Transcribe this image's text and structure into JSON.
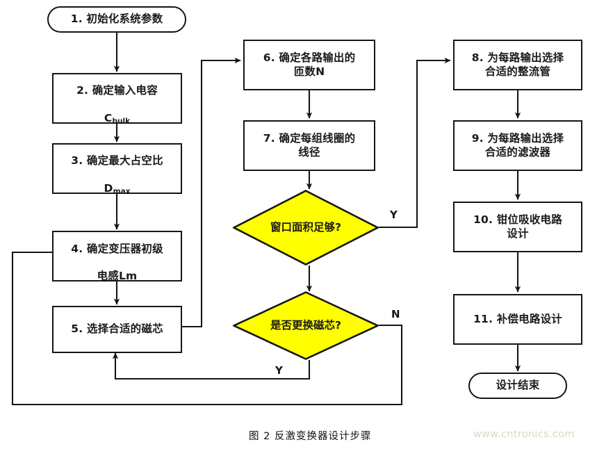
{
  "figure": {
    "caption": "图 2  反激变换器设计步骤",
    "watermark": "www.cntronics.com",
    "colors": {
      "decision_fill": "#ffff00",
      "decision_stroke": "#151515",
      "box_stroke": "#151515",
      "line": "#151515",
      "text": "#1a1a1a",
      "watermark": "#d2dbc4",
      "background": "#ffffff"
    }
  },
  "nodes": {
    "start": {
      "label": "1. 初始化系统参数",
      "shape": "terminal"
    },
    "step2": {
      "label": "2. 确定输入电容",
      "sub_line": "C",
      "sub_script": "bulk",
      "shape": "process"
    },
    "step3": {
      "label": "3. 确定最大占空比",
      "sub_line": "D",
      "sub_script": "max",
      "shape": "process"
    },
    "step4": {
      "label": "4. 确定变压器初级",
      "sub_line": "电感Lm",
      "shape": "process"
    },
    "step5": {
      "label": "5. 选择合适的磁芯",
      "shape": "process"
    },
    "step6": {
      "label": "6. 确定各路输出的\n匝数N",
      "shape": "process"
    },
    "step7": {
      "label": "7. 确定每组线圈的\n线径",
      "shape": "process"
    },
    "decision1": {
      "label": "窗口面积足够?",
      "shape": "decision"
    },
    "decision2": {
      "label": "是否更换磁芯?",
      "shape": "decision"
    },
    "step8": {
      "label": "8. 为每路输出选择\n合适的整流管",
      "shape": "process"
    },
    "step9": {
      "label": "9. 为每路输出选择\n合适的滤波器",
      "shape": "process"
    },
    "step10": {
      "label": "10. 钳位吸收电路\n设计",
      "shape": "process"
    },
    "step11": {
      "label": "11. 补偿电路设计",
      "shape": "process"
    },
    "end": {
      "label": "设计结束",
      "shape": "terminal"
    }
  },
  "edge_labels": {
    "decision1_yes": "Y",
    "decision2_no": "N",
    "decision2_yes": "Y"
  }
}
